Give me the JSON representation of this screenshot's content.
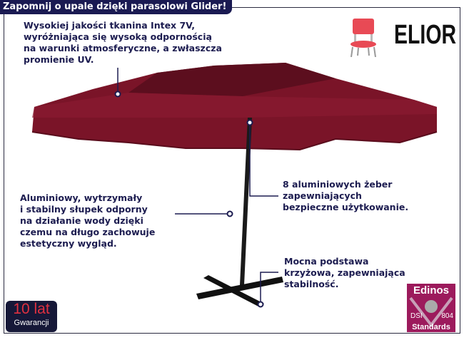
{
  "header": {
    "title": "Zapomnij o upale dzięki parasolowi Glider!"
  },
  "brand": {
    "name": "ELIOR",
    "icon": "chair-icon"
  },
  "callouts": [
    {
      "text": "Wysokiej jakości tkanina Intex 7V,\nwyróżniająca się wysoką odpornością\nna warunki atmosferyczne, a zwłaszcza\npromienie UV."
    },
    {
      "text": "8 aluminiowych żeber\nzapewniających\nbezpieczne użytkowanie."
    },
    {
      "text": "Aluminiowy, wytrzymały\ni stabilny słupek odporny\nna działanie wody dzięki\nczemu na długo zachowuje\nestetyczny wygląd."
    },
    {
      "text": "Mocna podstawa\nkrzyżowa, zapewniająca\nstabilność."
    }
  ],
  "warranty": {
    "years": "10 lat",
    "label": "Gwarancji"
  },
  "certification": {
    "brand": "Edinos",
    "left": "DSI",
    "number": "804",
    "label": "Standards"
  },
  "colors": {
    "canopy": "#7a1428",
    "navy": "#1a1a52",
    "badge": "#9c1a5c"
  }
}
